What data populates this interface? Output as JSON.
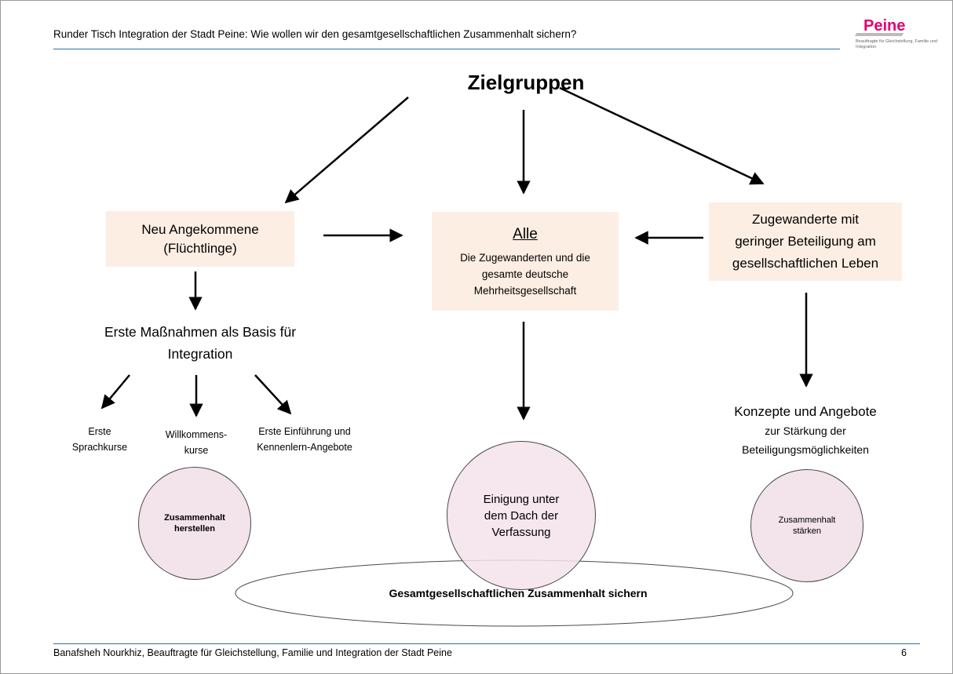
{
  "header": {
    "title": "Runder Tisch Integration der Stadt Peine: Wie wollen wir den gesamtgesellschaftlichen Zusammenhalt sichern?",
    "logo_word": "Peine",
    "logo_sub": "Beauftragte für Gleichstellung, Familie und Integration"
  },
  "diagram": {
    "title": "Zielgruppen",
    "box_left": {
      "line1": "Neu Angekommene",
      "line2": "(Flüchtlinge)"
    },
    "box_center": {
      "heading": "Alle",
      "line1": "Die Zugewanderten und die",
      "line2": "gesamte deutsche",
      "line3": "Mehrheitsgesellschaft"
    },
    "box_right": {
      "line1": "Zugewanderte mit",
      "line2": "geringer Beteiligung am",
      "line3": "gesellschaftlichen Leben"
    },
    "measures": {
      "line1": "Erste Maßnahmen als Basis für",
      "line2": "Integration"
    },
    "sub1": {
      "line1": "Erste",
      "line2": "Sprachkurse"
    },
    "sub2": {
      "line1": "Willkommens-",
      "line2": "kurse"
    },
    "sub3": {
      "line1": "Erste Einführung und",
      "line2": "Kennenlern-Angebote"
    },
    "concepts": {
      "line1": "Konzepte und Angebote",
      "line2": "zur Stärkung der",
      "line3": "Beteiligungsmöglichkeiten"
    },
    "circle_left": {
      "line1": "Zusammenhalt",
      "line2": "herstellen"
    },
    "circle_center": {
      "line1": "Einigung unter",
      "line2": "dem Dach der",
      "line3": "Verfassung"
    },
    "circle_right": {
      "line1": "Zusammenhalt",
      "line2": "stärken"
    },
    "ellipse_label": "Gesamtgesellschaftlichen Zusammenhalt sichern"
  },
  "footer": {
    "text": "Banafsheh Nourkhiz, Beauftragte für Gleichstellung, Familie und Integration der Stadt Peine",
    "page_number": "6"
  },
  "colors": {
    "box_fill": "#fdeee3",
    "circle_fill": "#f3e3ea",
    "rule": "#2e6fa8",
    "logo": "#e4006f"
  }
}
